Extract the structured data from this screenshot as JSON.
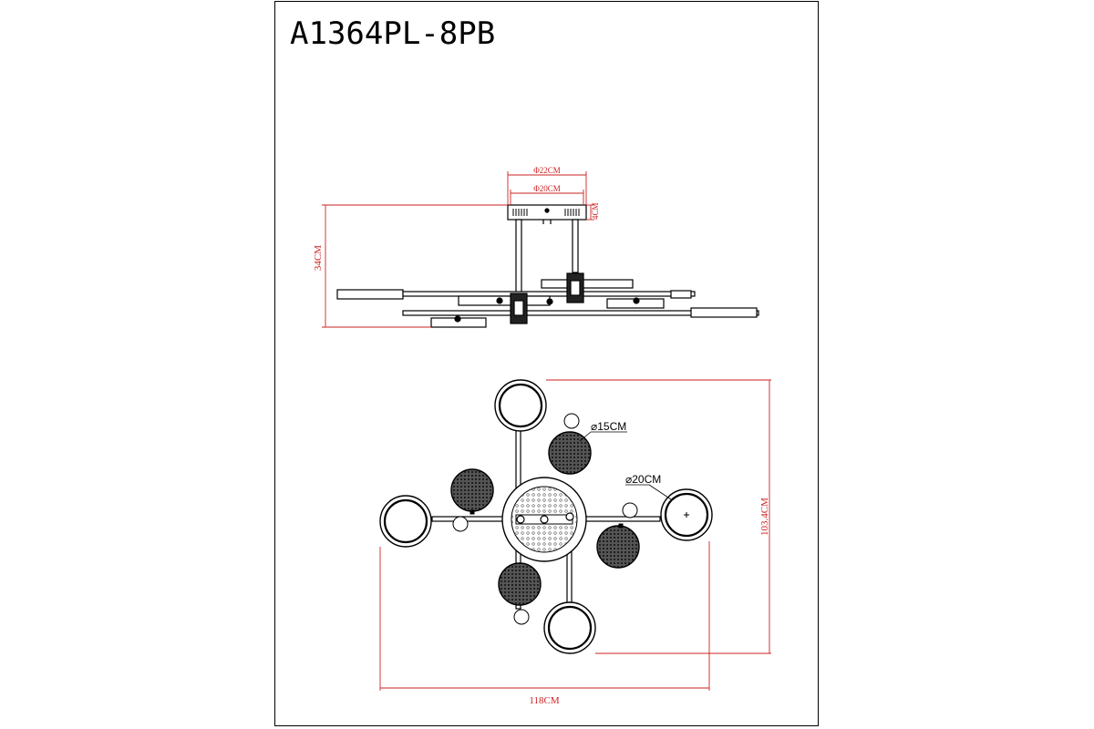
{
  "title": "A1364PL-8PB",
  "side_view": {
    "canopy_outer_diameter": "Φ22CM",
    "canopy_inner_diameter": "Φ20CM",
    "canopy_height": "4CM",
    "total_height": "34CM"
  },
  "top_view": {
    "small_shade_diameter": "⌀15CM",
    "large_shade_diameter": "⌀20CM",
    "total_width": "118CM",
    "total_depth": "103.4CM"
  },
  "colors": {
    "line": "#000000",
    "dimension": "#cc2222",
    "mesh": "#3a3a3a"
  }
}
